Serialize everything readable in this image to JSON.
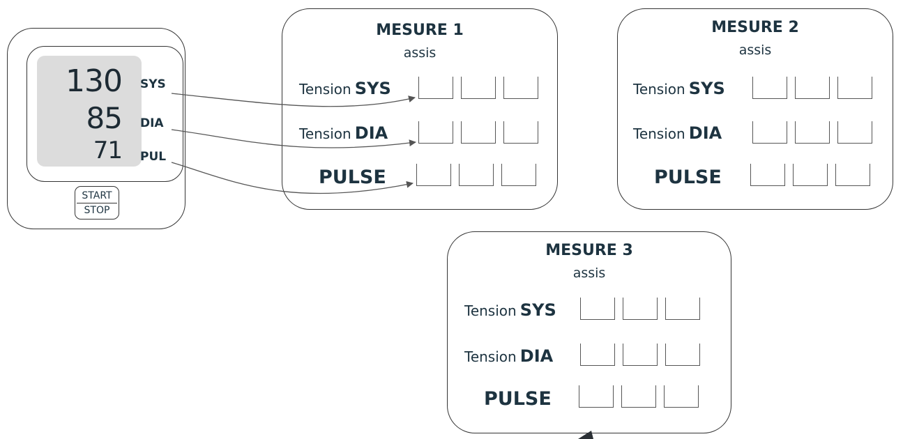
{
  "monitor": {
    "sys_value": "130",
    "dia_value": "85",
    "pul_value": "71",
    "sys_label": "SYS",
    "dia_label": "DIA",
    "pul_label": "PUL",
    "start_label": "START",
    "stop_label": "STOP"
  },
  "cards": [
    {
      "title": "MESURE 1",
      "position": "assis",
      "sys_prefix": "Tension",
      "sys_label": "SYS",
      "dia_prefix": "Tension",
      "dia_label": "DIA",
      "pulse_label": "PULSE"
    },
    {
      "title": "MESURE 2",
      "position": "assis",
      "sys_prefix": "Tension",
      "sys_label": "SYS",
      "dia_prefix": "Tension",
      "dia_label": "DIA",
      "pulse_label": "PULSE"
    },
    {
      "title": "MESURE 3",
      "position": "assis",
      "sys_prefix": "Tension",
      "sys_label": "SYS",
      "dia_prefix": "Tension",
      "dia_label": "DIA",
      "pulse_label": "PULSE"
    }
  ],
  "colors": {
    "text": "#1d3340",
    "lcd": "#dcdcdc",
    "arrow": "#555555"
  }
}
